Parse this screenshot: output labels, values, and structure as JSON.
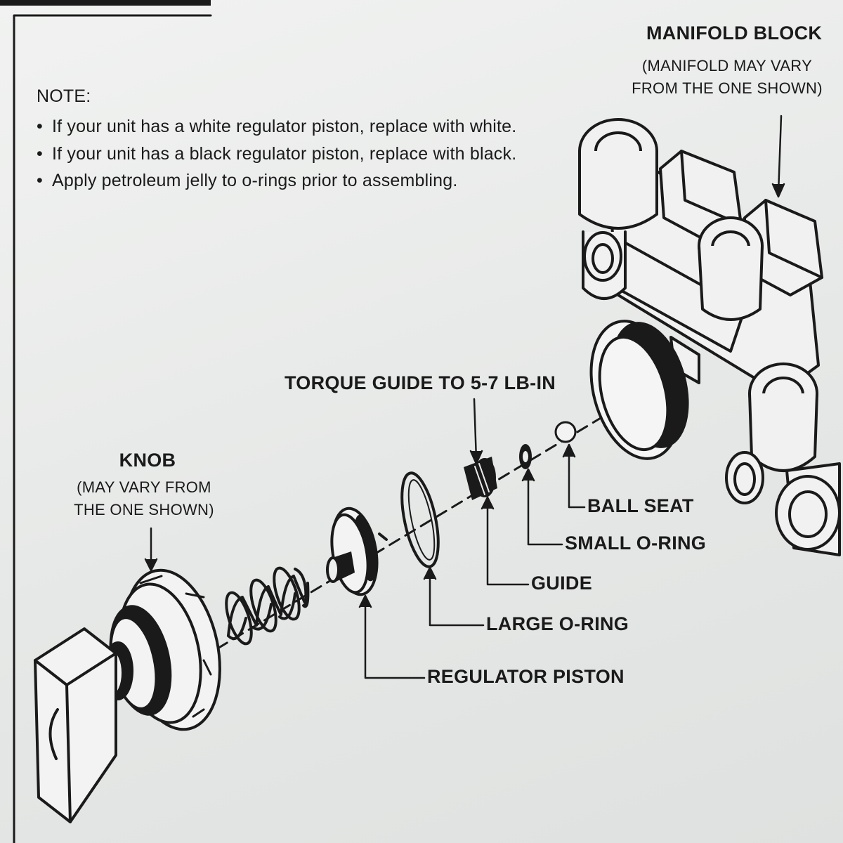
{
  "note": {
    "title": "NOTE:",
    "items": [
      "If your unit has a white regulator piston, replace with white.",
      "If your unit has a black regulator piston, replace with black.",
      "Apply petroleum jelly to o-rings prior to assembling."
    ]
  },
  "labels": {
    "manifold_block": "MANIFOLD BLOCK",
    "manifold_note_1": "(MANIFOLD MAY VARY",
    "manifold_note_2": "FROM THE ONE SHOWN)",
    "torque": "TORQUE GUIDE TO 5-7 LB-IN",
    "knob": "KNOB",
    "knob_note_1": "(MAY VARY FROM",
    "knob_note_2": "THE ONE SHOWN)",
    "ball_seat": "BALL SEAT",
    "small_o_ring": "SMALL O-RING",
    "guide": "GUIDE",
    "large_o_ring": "LARGE O-RING",
    "regulator_piston": "REGULATOR PISTON"
  },
  "colors": {
    "ink": "#1a1a1a",
    "paper": "#eceeed"
  }
}
